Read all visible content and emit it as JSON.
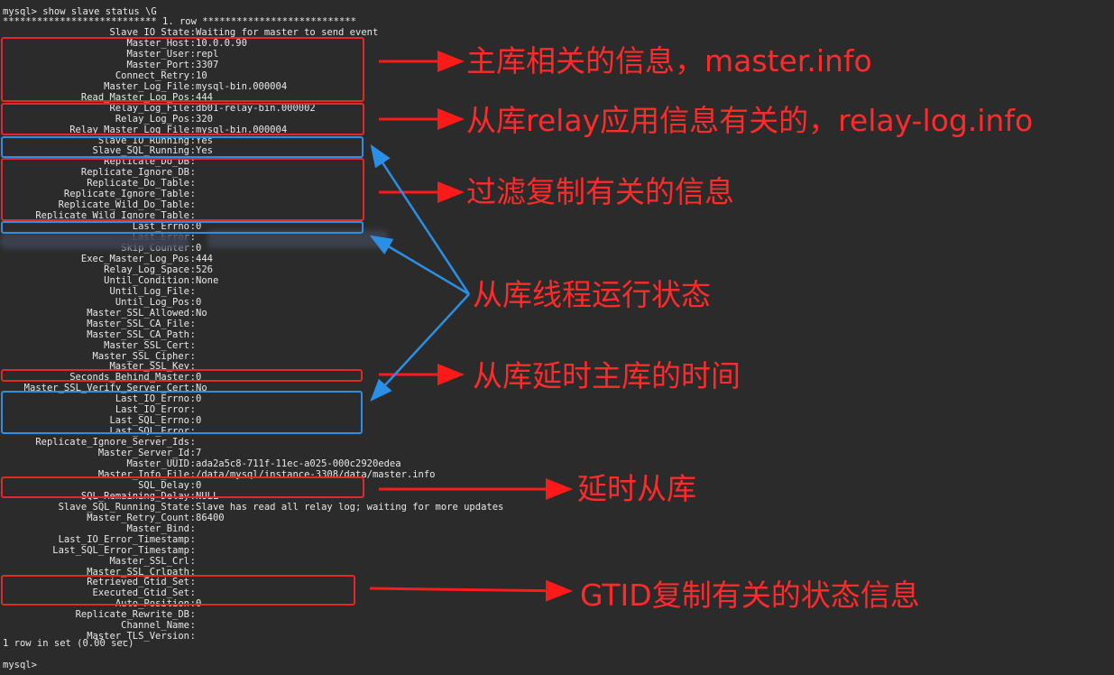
{
  "terminal": {
    "command_line": "mysql> show slave status \\G",
    "row_header": "*************************** 1. row ***************************",
    "fields": [
      {
        "key": "Slave_IO_State",
        "value": "Waiting for master to send event"
      },
      {
        "key": "Master_Host",
        "value": "10.0.0.90"
      },
      {
        "key": "Master_User",
        "value": "repl"
      },
      {
        "key": "Master_Port",
        "value": "3307"
      },
      {
        "key": "Connect_Retry",
        "value": "10"
      },
      {
        "key": "Master_Log_File",
        "value": "mysql-bin.000004"
      },
      {
        "key": "Read_Master_Log_Pos",
        "value": "444"
      },
      {
        "key": "Relay_Log_File",
        "value": "db01-relay-bin.000002"
      },
      {
        "key": "Relay_Log_Pos",
        "value": "320"
      },
      {
        "key": "Relay_Master_Log_File",
        "value": "mysql-bin.000004"
      },
      {
        "key": "Slave_IO_Running",
        "value": "Yes"
      },
      {
        "key": "Slave_SQL_Running",
        "value": "Yes"
      },
      {
        "key": "Replicate_Do_DB",
        "value": ""
      },
      {
        "key": "Replicate_Ignore_DB",
        "value": ""
      },
      {
        "key": "Replicate_Do_Table",
        "value": ""
      },
      {
        "key": "Replicate_Ignore_Table",
        "value": ""
      },
      {
        "key": "Replicate_Wild_Do_Table",
        "value": ""
      },
      {
        "key": "Replicate_Wild_Ignore_Table",
        "value": ""
      },
      {
        "key": "Last_Errno",
        "value": "0"
      },
      {
        "key": "Last_Error",
        "value": ""
      },
      {
        "key": "Skip_Counter",
        "value": "0"
      },
      {
        "key": "Exec_Master_Log_Pos",
        "value": "444"
      },
      {
        "key": "Relay_Log_Space",
        "value": "526"
      },
      {
        "key": "Until_Condition",
        "value": "None"
      },
      {
        "key": "Until_Log_File",
        "value": ""
      },
      {
        "key": "Until_Log_Pos",
        "value": "0"
      },
      {
        "key": "Master_SSL_Allowed",
        "value": "No"
      },
      {
        "key": "Master_SSL_CA_File",
        "value": ""
      },
      {
        "key": "Master_SSL_CA_Path",
        "value": ""
      },
      {
        "key": "Master_SSL_Cert",
        "value": ""
      },
      {
        "key": "Master_SSL_Cipher",
        "value": ""
      },
      {
        "key": "Master_SSL_Key",
        "value": ""
      },
      {
        "key": "Seconds_Behind_Master",
        "value": "0"
      },
      {
        "key": "Master_SSL_Verify_Server_Cert",
        "value": "No"
      },
      {
        "key": "Last_IO_Errno",
        "value": "0"
      },
      {
        "key": "Last_IO_Error",
        "value": ""
      },
      {
        "key": "Last_SQL_Errno",
        "value": "0"
      },
      {
        "key": "Last_SQL_Error",
        "value": ""
      },
      {
        "key": "Replicate_Ignore_Server_Ids",
        "value": ""
      },
      {
        "key": "Master_Server_Id",
        "value": "7"
      },
      {
        "key": "Master_UUID",
        "value": "ada2a5c8-711f-11ec-a025-000c2920edea"
      },
      {
        "key": "Master_Info_File",
        "value": "/data/mysql/instance-3308/data/master.info"
      },
      {
        "key": "SQL_Delay",
        "value": "0"
      },
      {
        "key": "SQL_Remaining_Delay",
        "value": "NULL"
      },
      {
        "key": "Slave_SQL_Running_State",
        "value": "Slave has read all relay log; waiting for more updates"
      },
      {
        "key": "Master_Retry_Count",
        "value": "86400"
      },
      {
        "key": "Master_Bind",
        "value": ""
      },
      {
        "key": "Last_IO_Error_Timestamp",
        "value": ""
      },
      {
        "key": "Last_SQL_Error_Timestamp",
        "value": ""
      },
      {
        "key": "Master_SSL_Crl",
        "value": ""
      },
      {
        "key": "Master_SSL_Crlpath",
        "value": ""
      },
      {
        "key": "Retrieved_Gtid_Set",
        "value": ""
      },
      {
        "key": "Executed_Gtid_Set",
        "value": ""
      },
      {
        "key": "Auto_Position",
        "value": "0"
      },
      {
        "key": "Replicate_Rewrite_DB",
        "value": ""
      },
      {
        "key": "Channel_Name",
        "value": ""
      },
      {
        "key": "Master_TLS_Version",
        "value": ""
      }
    ],
    "result_line": "1 row in set (0.00 sec)",
    "prompt": "mysql>"
  },
  "annotations": {
    "master_info": "主库相关的信息，master.info",
    "relay_log_info": "从库relay应用信息有关的，relay-log.info",
    "filter": "过滤复制有关的信息",
    "thread_status": "从库线程运行状态",
    "delay_time": "从库延时主库的时间",
    "delayed_slave": "延时从库",
    "gtid": "GTID复制有关的状态信息"
  },
  "colors": {
    "background": "#2b2b2b",
    "text": "#e8e8e8",
    "annotation_red": "#ff2a2a",
    "box_red": "#e02a2a",
    "box_blue": "#2b8fe6"
  }
}
